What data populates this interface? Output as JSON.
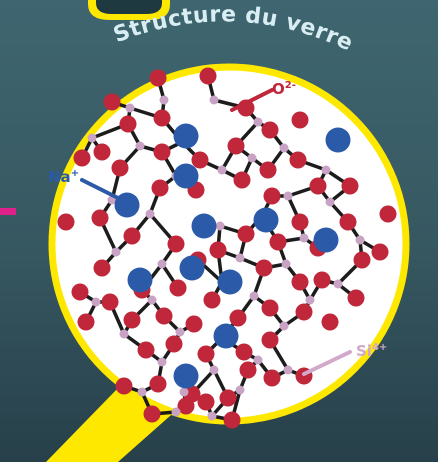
{
  "title": "Structure du verre",
  "labels": {
    "oxygen": {
      "base": "O",
      "sup": "2-"
    },
    "sodium": {
      "base": "Na",
      "sup": "+"
    },
    "silicon": {
      "base": "Si",
      "sup": "4+"
    }
  },
  "colors": {
    "oxygen": "#c0273a",
    "sodium": "#2a5aa8",
    "silicon": "#c9a3c4",
    "bond": "#1c1c1c",
    "circle_fill": "#ffffff",
    "circle_border": "#ffe800",
    "callout": "#ffe800",
    "accent_bar": "#e0218a"
  }
}
